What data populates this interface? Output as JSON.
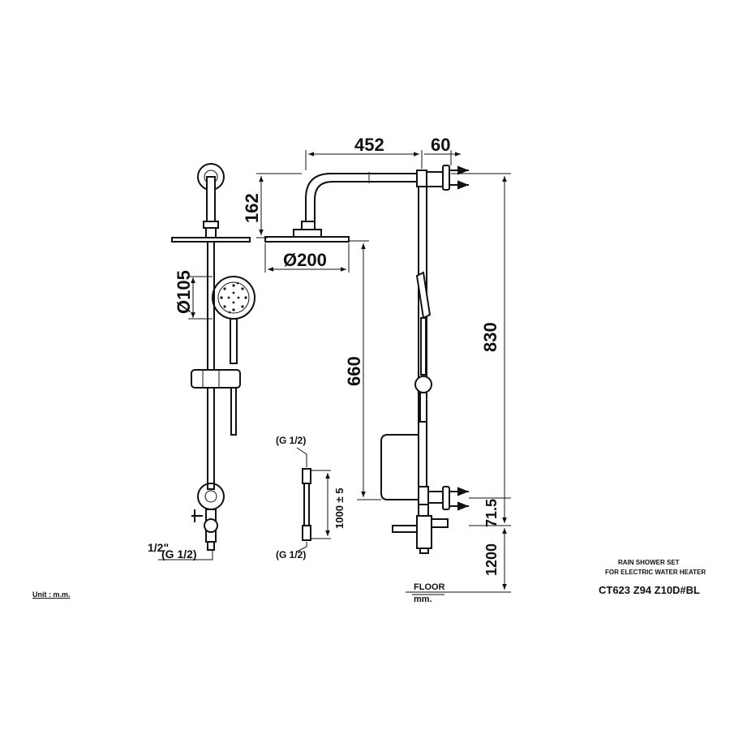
{
  "dimensions": {
    "arm_length": "452",
    "wall_offset": "60",
    "arm_height": "162",
    "head_diameter": "Ø200",
    "hand_shower_diameter": "Ø105",
    "height_660": "660",
    "height_830": "830",
    "inlet_spacing": "71.5",
    "floor_height": "1200",
    "hose_length": "1000 ± 5"
  },
  "threads": {
    "side_inlet_fraction": "1/2\"",
    "side_inlet_thread": "(G 1/2)",
    "hose_top_thread": "(G 1/2)",
    "hose_bottom_thread": "(G 1/2)"
  },
  "labels": {
    "floor": "FLOOR",
    "floor_unit": "mm.",
    "unit": "Unit : m.m."
  },
  "title_block": {
    "line1": "RAIN SHOWER SET",
    "line2": "FOR ELECTRIC WATER HEATER",
    "model": "CT623 Z94 Z10D#BL"
  }
}
